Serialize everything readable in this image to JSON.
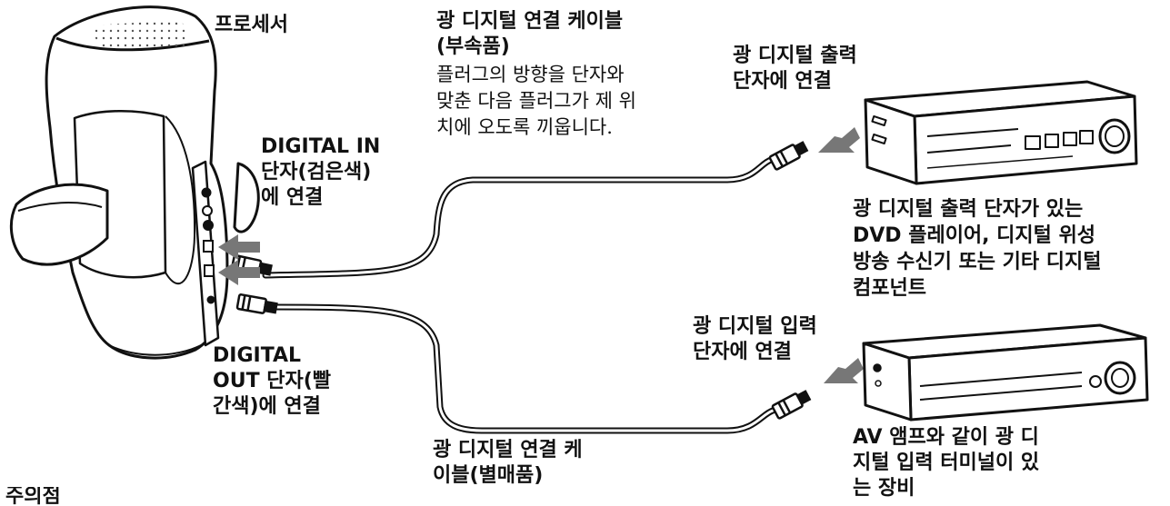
{
  "labels": {
    "processor": "프로세서",
    "cable_included_title": "광 디지털 연결 케이블\n(부속품)",
    "cable_included_note": "플러그의 방향을 단자와\n맞춘 다음 플러그가 제 위\n치에 오도록 끼웁니다.",
    "optical_out_terminal": "광 디지털 출력\n단자에 연결",
    "digital_in": "DIGITAL IN\n단자(검은색)\n에 연결",
    "source_devices": "광 디지털 출력 단자가 있는\nDVD 플레이어, 디지털 위성\n방송 수신기 또는 기타 디지털\n컴포넌트",
    "optical_in_terminal": "광 디지털 입력\n단자에 연결",
    "digital_out": "DIGITAL\nOUT 단자(빨\n간색)에 연결",
    "cable_separate": "광 디지털 연결 케\n이블(별매품)",
    "av_amp": "AV 앰프와 같이 광 디\n지털 입력 터미널이 있\n는 장비",
    "caution": "주의점"
  }
}
